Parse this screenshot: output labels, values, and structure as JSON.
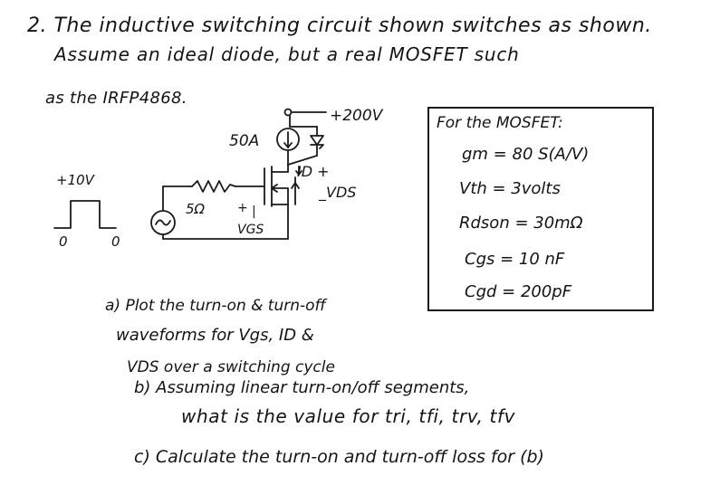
{
  "problem": {
    "line1": "2. The inductive switching circuit shown switches as shown.",
    "line2": "Assume an ideal diode, but a real MOSFET such",
    "line3": "as the IRFP4868."
  },
  "circuit": {
    "supply_label": "+200V",
    "current_source_label": "50A",
    "id_label": "ID +",
    "vds_label": "_VDS",
    "vin_label": "+10V",
    "gate_resistor_label": "5Ω",
    "vgs_label": "VGS",
    "pulse_low_left": "0",
    "pulse_low_right": "0"
  },
  "params": {
    "title": "For the MOSFET:",
    "rows": [
      "gm = 80 S(A/V)",
      "Vth = 3volts",
      "Rdson = 30mΩ",
      "Cgs = 10 nF",
      "Cgd = 200pF"
    ]
  },
  "questions": {
    "a1": "a) Plot the turn-on & turn-off",
    "a2": "waveforms for Vgs, ID &",
    "a3": "VDS over a switching cycle",
    "b1": "b) Assuming linear turn-on/off segments,",
    "b2": "what is the value for tri, tfi, trv, tfv",
    "c1": "c) Calculate the turn-on and turn-off loss for (b)"
  }
}
